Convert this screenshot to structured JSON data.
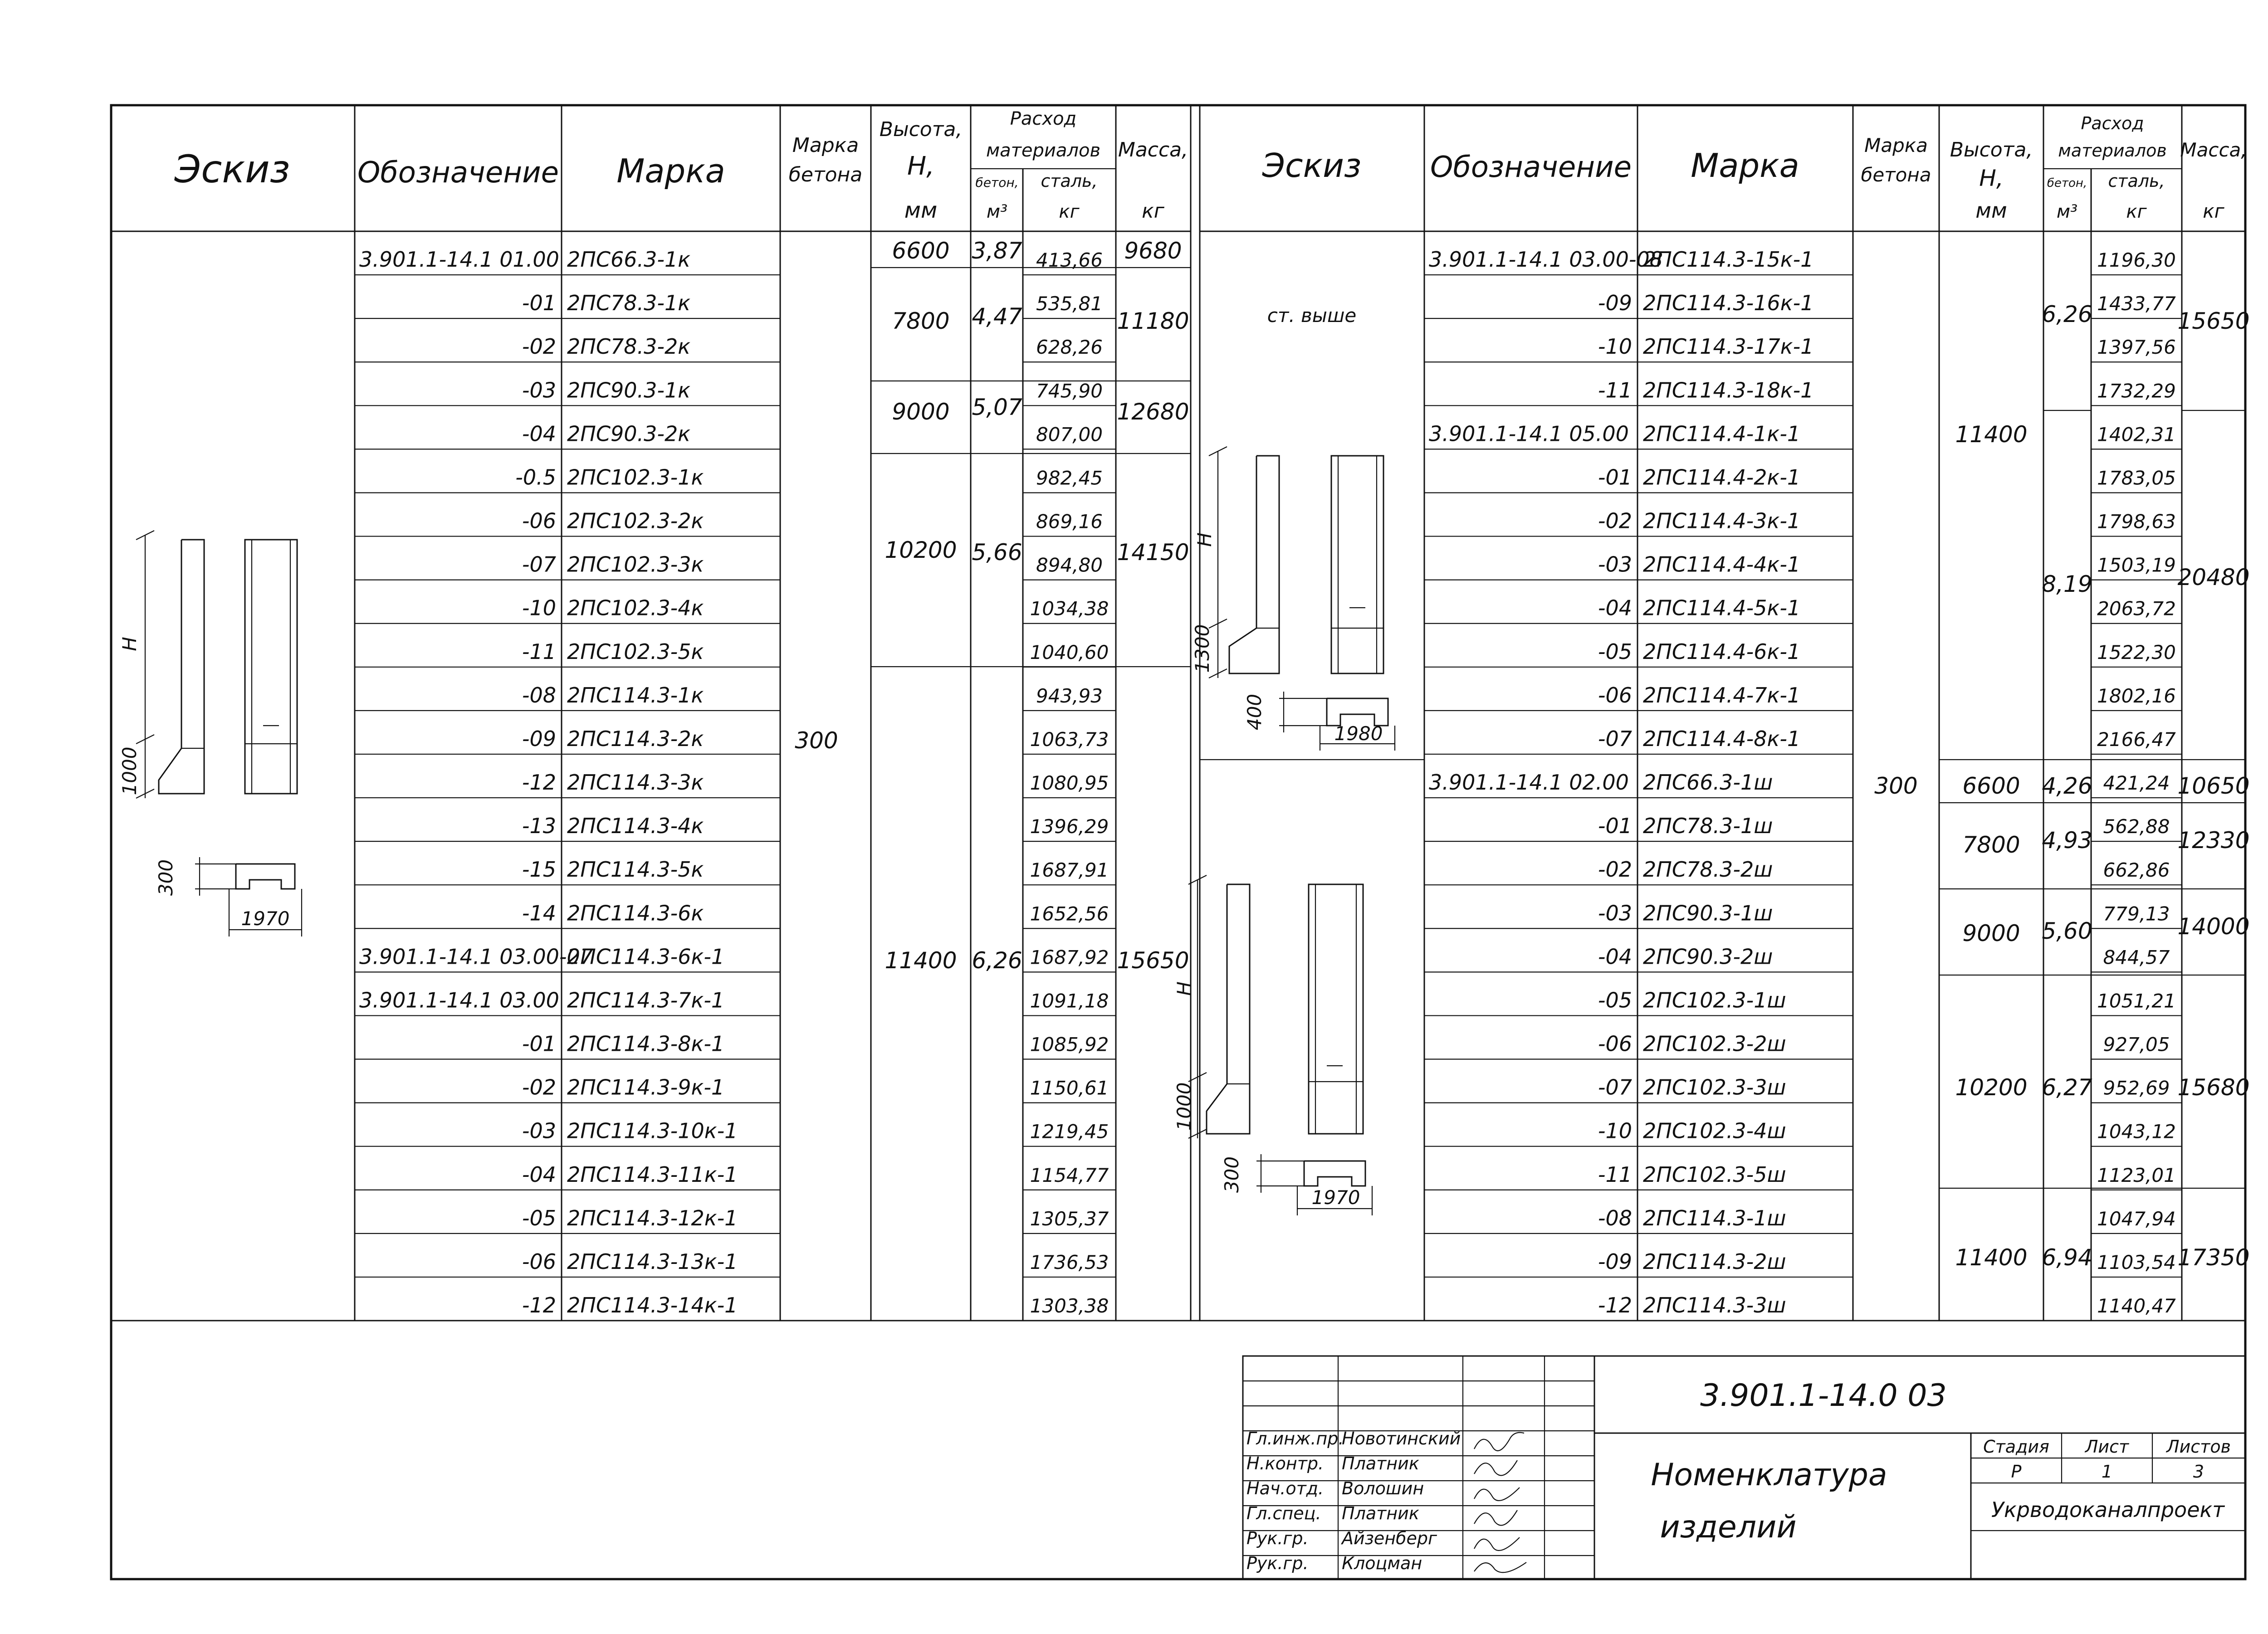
{
  "header": {
    "sketch": "Эскиз",
    "designation": "Обозначение",
    "mark": "Марка",
    "concrete_1": "Марка",
    "concrete_2": "бетона",
    "height_1": "Высота,",
    "height_2": "H,",
    "height_3": "мм",
    "usage_1": "Расход",
    "usage_2": "материалов",
    "concrete_vol_1": "бетон,",
    "concrete_vol_2": "м³",
    "steel_1": "сталь,",
    "steel_2": "кг",
    "mass_1": "Масса,",
    "mass_2": "кг"
  },
  "concrete_grade": "300",
  "left": {
    "rows": [
      {
        "des": "3.901.1-14.1  01.00",
        "mark": "2ПС66.3-1к",
        "steel": "413,66"
      },
      {
        "des": "-01",
        "mark": "2ПС78.3-1к",
        "steel": "535,81"
      },
      {
        "des": "-02",
        "mark": "2ПС78.3-2к",
        "steel": "628,26"
      },
      {
        "des": "-03",
        "mark": "2ПС90.3-1к",
        "steel": "745,90"
      },
      {
        "des": "-04",
        "mark": "2ПС90.3-2к",
        "steel": "807,00"
      },
      {
        "des": "-0.5",
        "mark": "2ПС102.3-1к",
        "steel": "982,45"
      },
      {
        "des": "-06",
        "mark": "2ПС102.3-2к",
        "steel": "869,16"
      },
      {
        "des": "-07",
        "mark": "2ПС102.3-3к",
        "steel": "894,80"
      },
      {
        "des": "-10",
        "mark": "2ПС102.3-4к",
        "steel": "1034,38"
      },
      {
        "des": "-11",
        "mark": "2ПС102.3-5к",
        "steel": "1040,60"
      },
      {
        "des": "-08",
        "mark": "2ПС114.3-1к",
        "steel": "943,93"
      },
      {
        "des": "-09",
        "mark": "2ПС114.3-2к",
        "steel": "1063,73"
      },
      {
        "des": "-12",
        "mark": "2ПС114.3-3к",
        "steel": "1080,95"
      },
      {
        "des": "-13",
        "mark": "2ПС114.3-4к",
        "steel": "1396,29"
      },
      {
        "des": "-15",
        "mark": "2ПС114.3-5к",
        "steel": "1687,91"
      },
      {
        "des": "-14",
        "mark": "2ПС114.3-6к",
        "steel": "1652,56"
      },
      {
        "des": "3.901.1-14.1 03.00-07",
        "mark": "2ПС114.3-6к-1",
        "steel": "1687,92"
      },
      {
        "des": "3.901.1-14.1  03.00",
        "mark": "2ПС114.3-7к-1",
        "steel": "1091,18"
      },
      {
        "des": "-01",
        "mark": "2ПС114.3-8к-1",
        "steel": "1085,92"
      },
      {
        "des": "-02",
        "mark": "2ПС114.3-9к-1",
        "steel": "1150,61"
      },
      {
        "des": "-03",
        "mark": "2ПС114.3-10к-1",
        "steel": "1219,45"
      },
      {
        "des": "-04",
        "mark": "2ПС114.3-11к-1",
        "steel": "1154,77"
      },
      {
        "des": "-05",
        "mark": "2ПС114.3-12к-1",
        "steel": "1305,37"
      },
      {
        "des": "-06",
        "mark": "2ПС114.3-13к-1",
        "steel": "1736,53"
      },
      {
        "des": "-12",
        "mark": "2ПС114.3-14к-1",
        "steel": "1303,38"
      }
    ],
    "groups": [
      {
        "height": "6600",
        "vol": "3,87",
        "mass": "9680"
      },
      {
        "height": "7800",
        "vol": "4,47",
        "mass": "11180"
      },
      {
        "height": "9000",
        "vol": "5,07",
        "mass": "12680"
      },
      {
        "height": "10200",
        "vol": "5,66",
        "mass": "14150"
      },
      {
        "height": "11400",
        "vol": "6,26",
        "mass": "15650"
      }
    ],
    "sketch": {
      "dim_h": "H",
      "dim_1000": "1000",
      "dim_300": "300",
      "dim_1970": "1970"
    }
  },
  "right": {
    "rows": [
      {
        "des": "3.901.1-14.1  03.00-08",
        "mark": "2ПС114.3-15к-1",
        "steel": "1196,30"
      },
      {
        "des": "-09",
        "mark": "2ПС114.3-16к-1",
        "steel": "1433,77"
      },
      {
        "des": "-10",
        "mark": "2ПС114.3-17к-1",
        "steel": "1397,56"
      },
      {
        "des": "-11",
        "mark": "2ПС114.3-18к-1",
        "steel": "1732,29"
      },
      {
        "des": "3.901.1-14.1  05.00",
        "mark": "2ПС114.4-1к-1",
        "steel": "1402,31"
      },
      {
        "des": "-01",
        "mark": "2ПС114.4-2к-1",
        "steel": "1783,05"
      },
      {
        "des": "-02",
        "mark": "2ПС114.4-3к-1",
        "steel": "1798,63"
      },
      {
        "des": "-03",
        "mark": "2ПС114.4-4к-1",
        "steel": "1503,19"
      },
      {
        "des": "-04",
        "mark": "2ПС114.4-5к-1",
        "steel": "2063,72"
      },
      {
        "des": "-05",
        "mark": "2ПС114.4-6к-1",
        "steel": "1522,30"
      },
      {
        "des": "-06",
        "mark": "2ПС114.4-7к-1",
        "steel": "1802,16"
      },
      {
        "des": "-07",
        "mark": "2ПС114.4-8к-1",
        "steel": "2166,47"
      },
      {
        "des": "3.901.1-14.1  02.00",
        "mark": "2ПС66.3-1ш",
        "steel": "421,24"
      },
      {
        "des": "-01",
        "mark": "2ПС78.3-1ш",
        "steel": "562,88"
      },
      {
        "des": "-02",
        "mark": "2ПС78.3-2ш",
        "steel": "662,86"
      },
      {
        "des": "-03",
        "mark": "2ПС90.3-1ш",
        "steel": "779,13"
      },
      {
        "des": "-04",
        "mark": "2ПС90.3-2ш",
        "steel": "844,57"
      },
      {
        "des": "-05",
        "mark": "2ПС102.3-1ш",
        "steel": "1051,21"
      },
      {
        "des": "-06",
        "mark": "2ПС102.3-2ш",
        "steel": "927,05"
      },
      {
        "des": "-07",
        "mark": "2ПС102.3-3ш",
        "steel": "952,69"
      },
      {
        "des": "-10",
        "mark": "2ПС102.3-4ш",
        "steel": "1043,12"
      },
      {
        "des": "-11",
        "mark": "2ПС102.3-5ш",
        "steel": "1123,01"
      },
      {
        "des": "-08",
        "mark": "2ПС114.3-1ш",
        "steel": "1047,94"
      },
      {
        "des": "-09",
        "mark": "2ПС114.3-2ш",
        "steel": "1103,54"
      },
      {
        "des": "-12",
        "mark": "2ПС114.3-3ш",
        "steel": "1140,47"
      }
    ],
    "see_above": "ст. выше",
    "height_11400": "11400",
    "groups": [
      {
        "vol": "6,26",
        "mass": "15650"
      },
      {
        "vol": "8,19",
        "mass": "20480"
      },
      {
        "height": "6600",
        "vol": "4,26",
        "mass": "10650"
      },
      {
        "height": "7800",
        "vol": "4,93",
        "mass": "12330"
      },
      {
        "height": "9000",
        "vol": "5,60",
        "mass": "14000"
      },
      {
        "height": "10200",
        "vol": "6,27",
        "mass": "15680"
      },
      {
        "height": "11400",
        "vol": "6,94",
        "mass": "17350"
      }
    ],
    "sketch_a": {
      "dim_h": "H",
      "dim_1300": "1300",
      "dim_400": "400",
      "dim_1980": "1980"
    },
    "sketch_b": {
      "dim_h": "H",
      "dim_1000": "1000",
      "dim_300": "300",
      "dim_1970": "1970"
    }
  },
  "title_block": {
    "code": "3.901.1-14.0  03",
    "title_1": "Номенклатура",
    "title_2": "изделий",
    "stage_h": "Стадия",
    "sheet_h": "Лист",
    "sheets_h": "Листов",
    "stage": "Р",
    "sheet": "1",
    "sheets": "3",
    "org": "Укрводоканалпроект",
    "people": [
      {
        "role": "Гл.инж.пр.",
        "name": "Новотинский"
      },
      {
        "role": "Н.контр.",
        "name": "Платник"
      },
      {
        "role": "Нач.отд.",
        "name": "Волошин"
      },
      {
        "role": "Гл.спец.",
        "name": "Платник"
      },
      {
        "role": "Рук.гр.",
        "name": "Айзенберг"
      },
      {
        "role": "Рук.гр.",
        "name": "Клоцман"
      }
    ]
  }
}
